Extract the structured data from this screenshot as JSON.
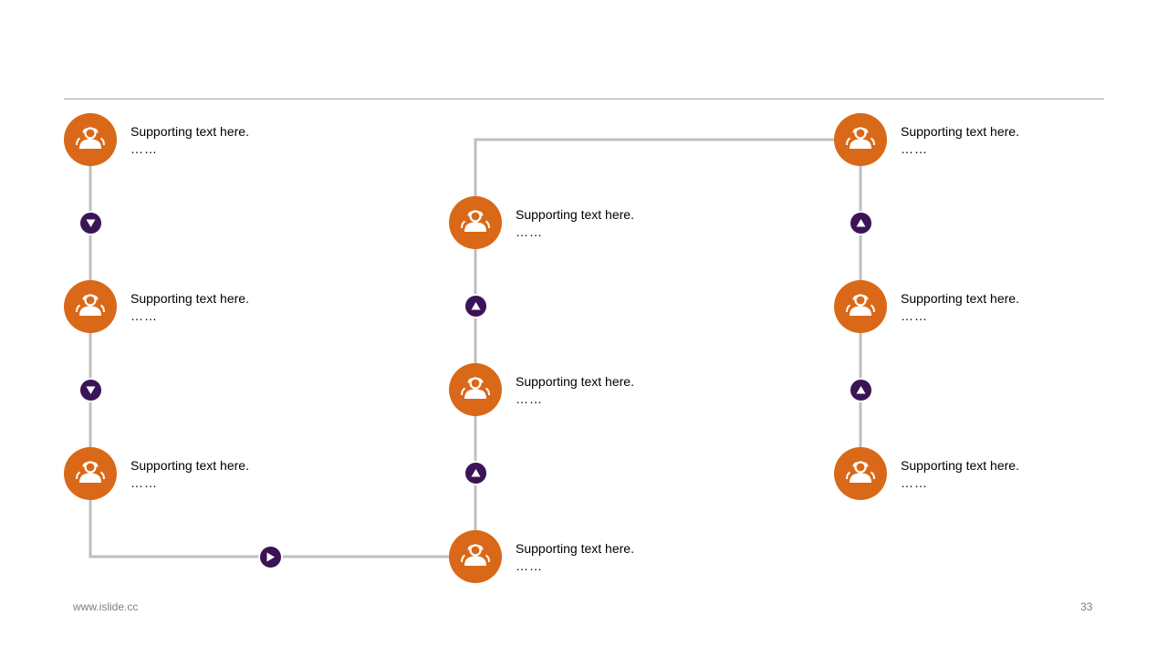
{
  "colors": {
    "node": "#d96918",
    "arrow": "#3b1457",
    "line": "#bfbfbf",
    "rule": "#a6a6a6"
  },
  "nodes": [
    {
      "icon": "people-icon",
      "text": "Supporting text here.",
      "dots": "……"
    },
    {
      "icon": "people-icon",
      "text": "Supporting text here.",
      "dots": "……"
    },
    {
      "icon": "people-icon",
      "text": "Supporting text here.",
      "dots": "……"
    },
    {
      "icon": "people-icon",
      "text": "Supporting text here.",
      "dots": "……"
    },
    {
      "icon": "people-icon",
      "text": "Supporting text here.",
      "dots": "……"
    },
    {
      "icon": "people-icon",
      "text": "Supporting text here.",
      "dots": "……"
    },
    {
      "icon": "people-icon",
      "text": "Supporting text here.",
      "dots": "……"
    },
    {
      "icon": "people-icon",
      "text": "Supporting text here.",
      "dots": "……"
    },
    {
      "icon": "people-icon",
      "text": "Supporting text here.",
      "dots": "……"
    }
  ],
  "arrows": [
    "down",
    "down",
    "right",
    "up",
    "up",
    "up",
    "up"
  ],
  "footer": {
    "website": "www.islide.cc",
    "page_number": "33"
  }
}
